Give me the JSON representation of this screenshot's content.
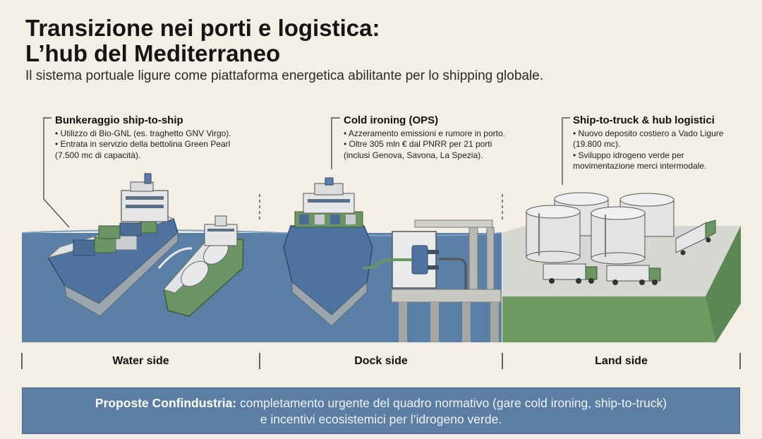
{
  "header": {
    "title_line1": "Transizione nei porti e logistica:",
    "title_line2": "L’hub del Mediterraneo",
    "subtitle": "Il sistema portuale ligure come piattaforma energetica abilitante per lo shipping globale."
  },
  "callouts": {
    "bunkering": {
      "heading": "Bunkeraggio ship-to-ship",
      "lines": [
        "• Utilizzo di Bio-GNL (es. traghetto GNV Virgo).",
        "• Entrata in servizio della bettolina Green Pearl",
        "(7.500 mc di capacità)."
      ]
    },
    "cold_ironing": {
      "heading": "Cold ironing (OPS)",
      "lines": [
        "• Azzeramento emissioni e rumore in porto.",
        "• Oltre 305 mln € dal PNRR per 21 porti",
        "(inclusi Genova, Savona, La Spezia)."
      ]
    },
    "ship_to_truck": {
      "heading": "Ship-to-truck & hub logistici",
      "lines": [
        "• Nuovo deposito costiero a Vado Ligure",
        "(19.800 mc).",
        "• Sviluppo idrogeno verde per",
        "movimentazione merci intermodale."
      ]
    }
  },
  "sections": {
    "water": "Water side",
    "dock": "Dock side",
    "land": "Land side"
  },
  "banner": {
    "bold": "Proposte Confindustria:",
    "text_line1": " completamento urgente del quadro normativo (gare cold ironing, ship-to-truck)",
    "text_line2": "e incentivi ecosistemici per l’idrogeno verde."
  },
  "colors": {
    "background": "#f3efe4",
    "water": "#5b80a8",
    "land": "#6e9a63",
    "banner": "#5c7ea2"
  }
}
